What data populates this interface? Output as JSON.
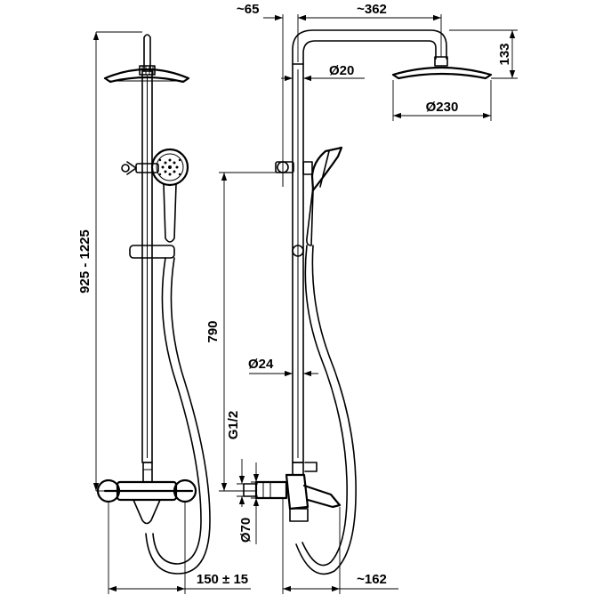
{
  "dimensions": {
    "height_range": "925 - 1225",
    "mixer_height": "790",
    "wall_offset": "~65",
    "arm_reach": "~362",
    "head_drop": "133",
    "arm_diameter": "Ø20",
    "head_diameter": "Ø230",
    "rail_diameter": "Ø24",
    "thread": "G1/2",
    "rosette_diameter": "Ø70",
    "inlet_spacing": "150 ± 15",
    "mixer_projection": "~162"
  }
}
